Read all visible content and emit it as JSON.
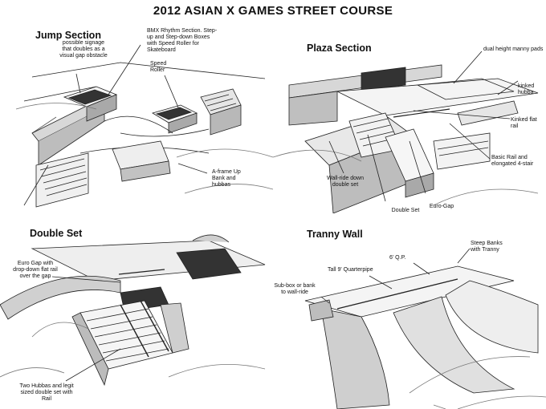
{
  "title": "2012 ASIAN X GAMES STREET COURSE",
  "sections": {
    "jump": {
      "heading": "Jump Section",
      "annotations": {
        "signage": "possible signage that doubles as a visual gap obstacle",
        "bmx": "BMX Rhythm Section. Step-up and Step-down Boxes with Speed Roller for Skateboard",
        "speed_roller": "Speed Roller",
        "aframe": "A-frame Up Bank and hubbas"
      }
    },
    "plaza": {
      "heading": "Plaza Section",
      "annotations": {
        "manny": "dual height manny pads",
        "kinked_hubba": "kinked hubba",
        "kinked_rail": "Kinked flat rail",
        "basic_rail": "Basic Rail and elongated 4-stair",
        "wallride": "Wall-ride down double set",
        "double_set": "Double Set",
        "euro_gap": "Euro-Gap"
      }
    },
    "double": {
      "heading": "Double Set",
      "annotations": {
        "euro_gap": "Euro Gap with drop-down flat rail over the gap",
        "hubbas": "Two Hubbas and legit sized double set with Rail"
      }
    },
    "tranny": {
      "heading": "Tranny Wall",
      "annotations": {
        "steep_banks": "Steep Banks with Tranny",
        "op": "6' Q.P.",
        "tall_qp": "Tall 9' Quarterpipe",
        "subbox": "Sub-box or bank to wall-ride"
      }
    }
  }
}
